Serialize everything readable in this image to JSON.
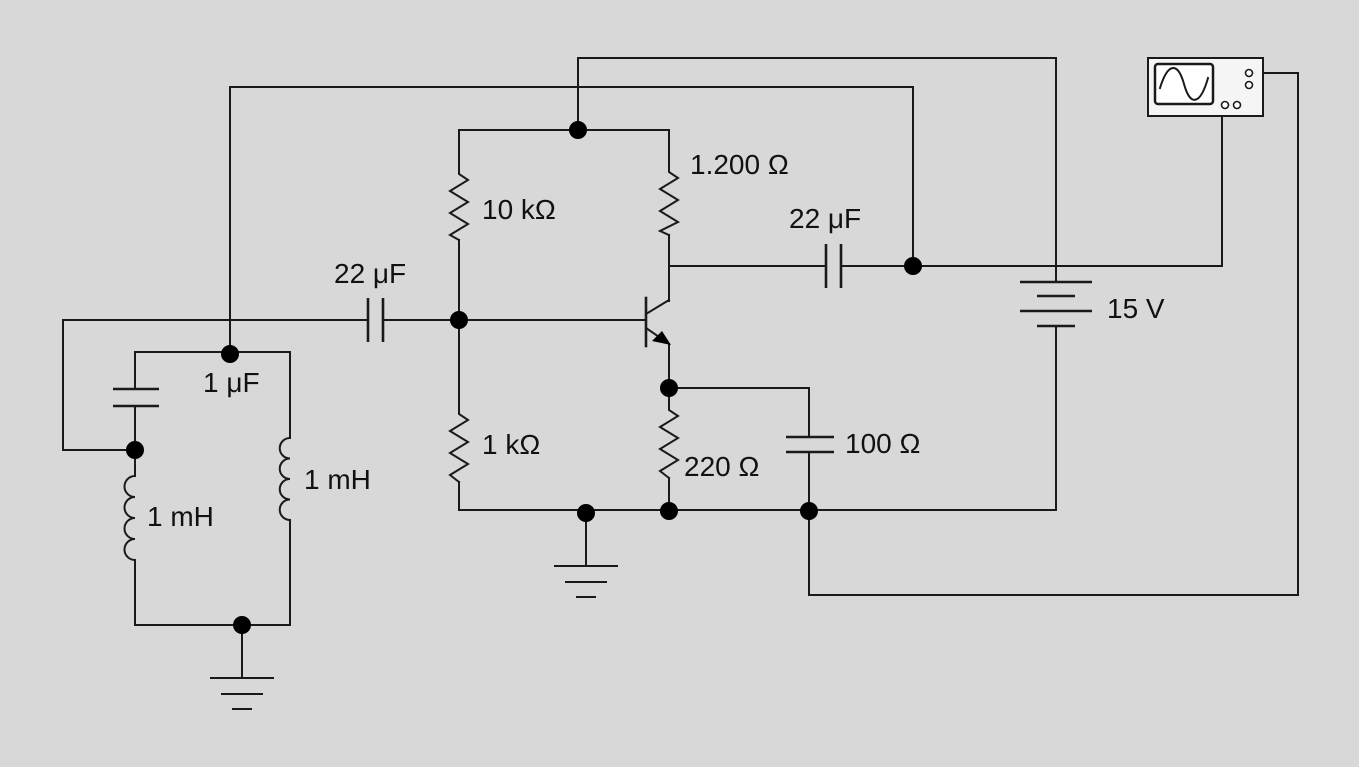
{
  "labels": {
    "r_bias_top": "10 kΩ",
    "r_collector": "1.200 Ω",
    "r_bias_bottom": "1 kΩ",
    "r_emitter": "220 Ω",
    "c_input": "22 μF",
    "c_output": "22 μF",
    "c_tank": "1 μF",
    "c_bypass": "100 Ω",
    "l_tank_left": "1 mH",
    "l_tank_right": "1 mH",
    "battery": "15 V"
  },
  "icons": {
    "oscilloscope": "oscilloscope-icon",
    "transistor": "npn-transistor-symbol",
    "ground": "ground-symbol",
    "battery": "battery-symbol"
  },
  "colors": {
    "background": "#d8d8d8",
    "wire": "#1a1a1a",
    "node": "#000000",
    "instrument_face": "#ffffff"
  }
}
